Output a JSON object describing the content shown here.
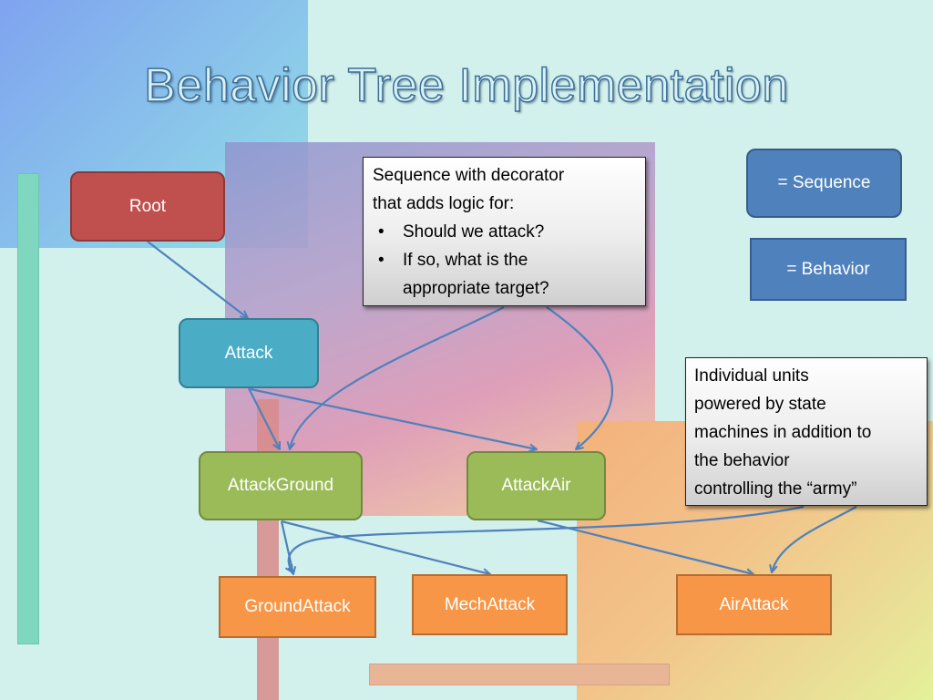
{
  "title": "Behavior Tree Implementation",
  "nodes": {
    "root": "Root",
    "attack": "Attack",
    "attack_ground": "AttackGround",
    "attack_air": "AttackAir",
    "ground_attack": "GroundAttack",
    "mech_attack": "MechAttack",
    "air_attack": "AirAttack"
  },
  "legend": {
    "sequence": "= Sequence",
    "behavior": "= Behavior"
  },
  "notes": {
    "sequence_decorator": {
      "line1": "Sequence with decorator",
      "line2": "that adds logic for:",
      "bullet_char": "•",
      "bullets": [
        "Should we attack?",
        "If so, what is the",
        "appropriate target?"
      ]
    },
    "individual_units": {
      "lines": [
        "Individual units",
        "powered by state",
        "machines in addition to",
        "the behavior",
        "controlling the “army”"
      ]
    }
  },
  "colors": {
    "root": "#c0504d",
    "sequence_node": "#4bacc6",
    "selector_node": "#9bbb59",
    "behavior_node": "#f79646",
    "legend": "#4f81bd",
    "edge": "#4f81bd"
  }
}
